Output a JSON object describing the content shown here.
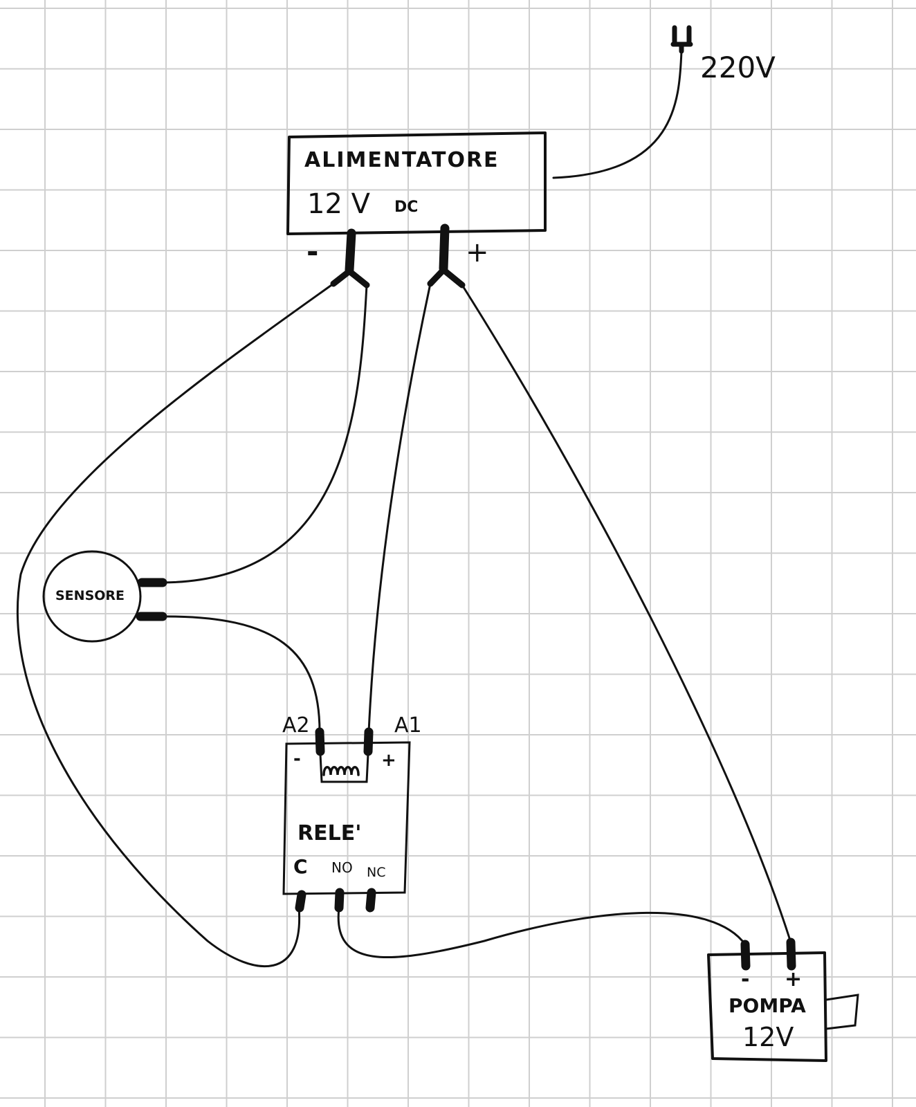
{
  "mains": {
    "voltage_label": "220V"
  },
  "power_supply": {
    "name": "ALIMENTATORE",
    "voltage": "12 V",
    "unit": "DC",
    "negative_label": "-",
    "positive_label": "+"
  },
  "sensor": {
    "name": "SENSORE"
  },
  "relay": {
    "name": "RELE'",
    "coil_neg_terminal": "A2",
    "coil_pos_terminal": "A1",
    "coil_neg_sign": "-",
    "coil_pos_sign": "+",
    "common": "C",
    "normally_open": "NO",
    "normally_closed": "NC"
  },
  "pump": {
    "name": "POMPA",
    "voltage": "12V",
    "negative_label": "-",
    "positive_label": "+"
  },
  "colors": {
    "ink": "#111111",
    "grid": "#cfcfcf",
    "paper": "#ffffff"
  }
}
